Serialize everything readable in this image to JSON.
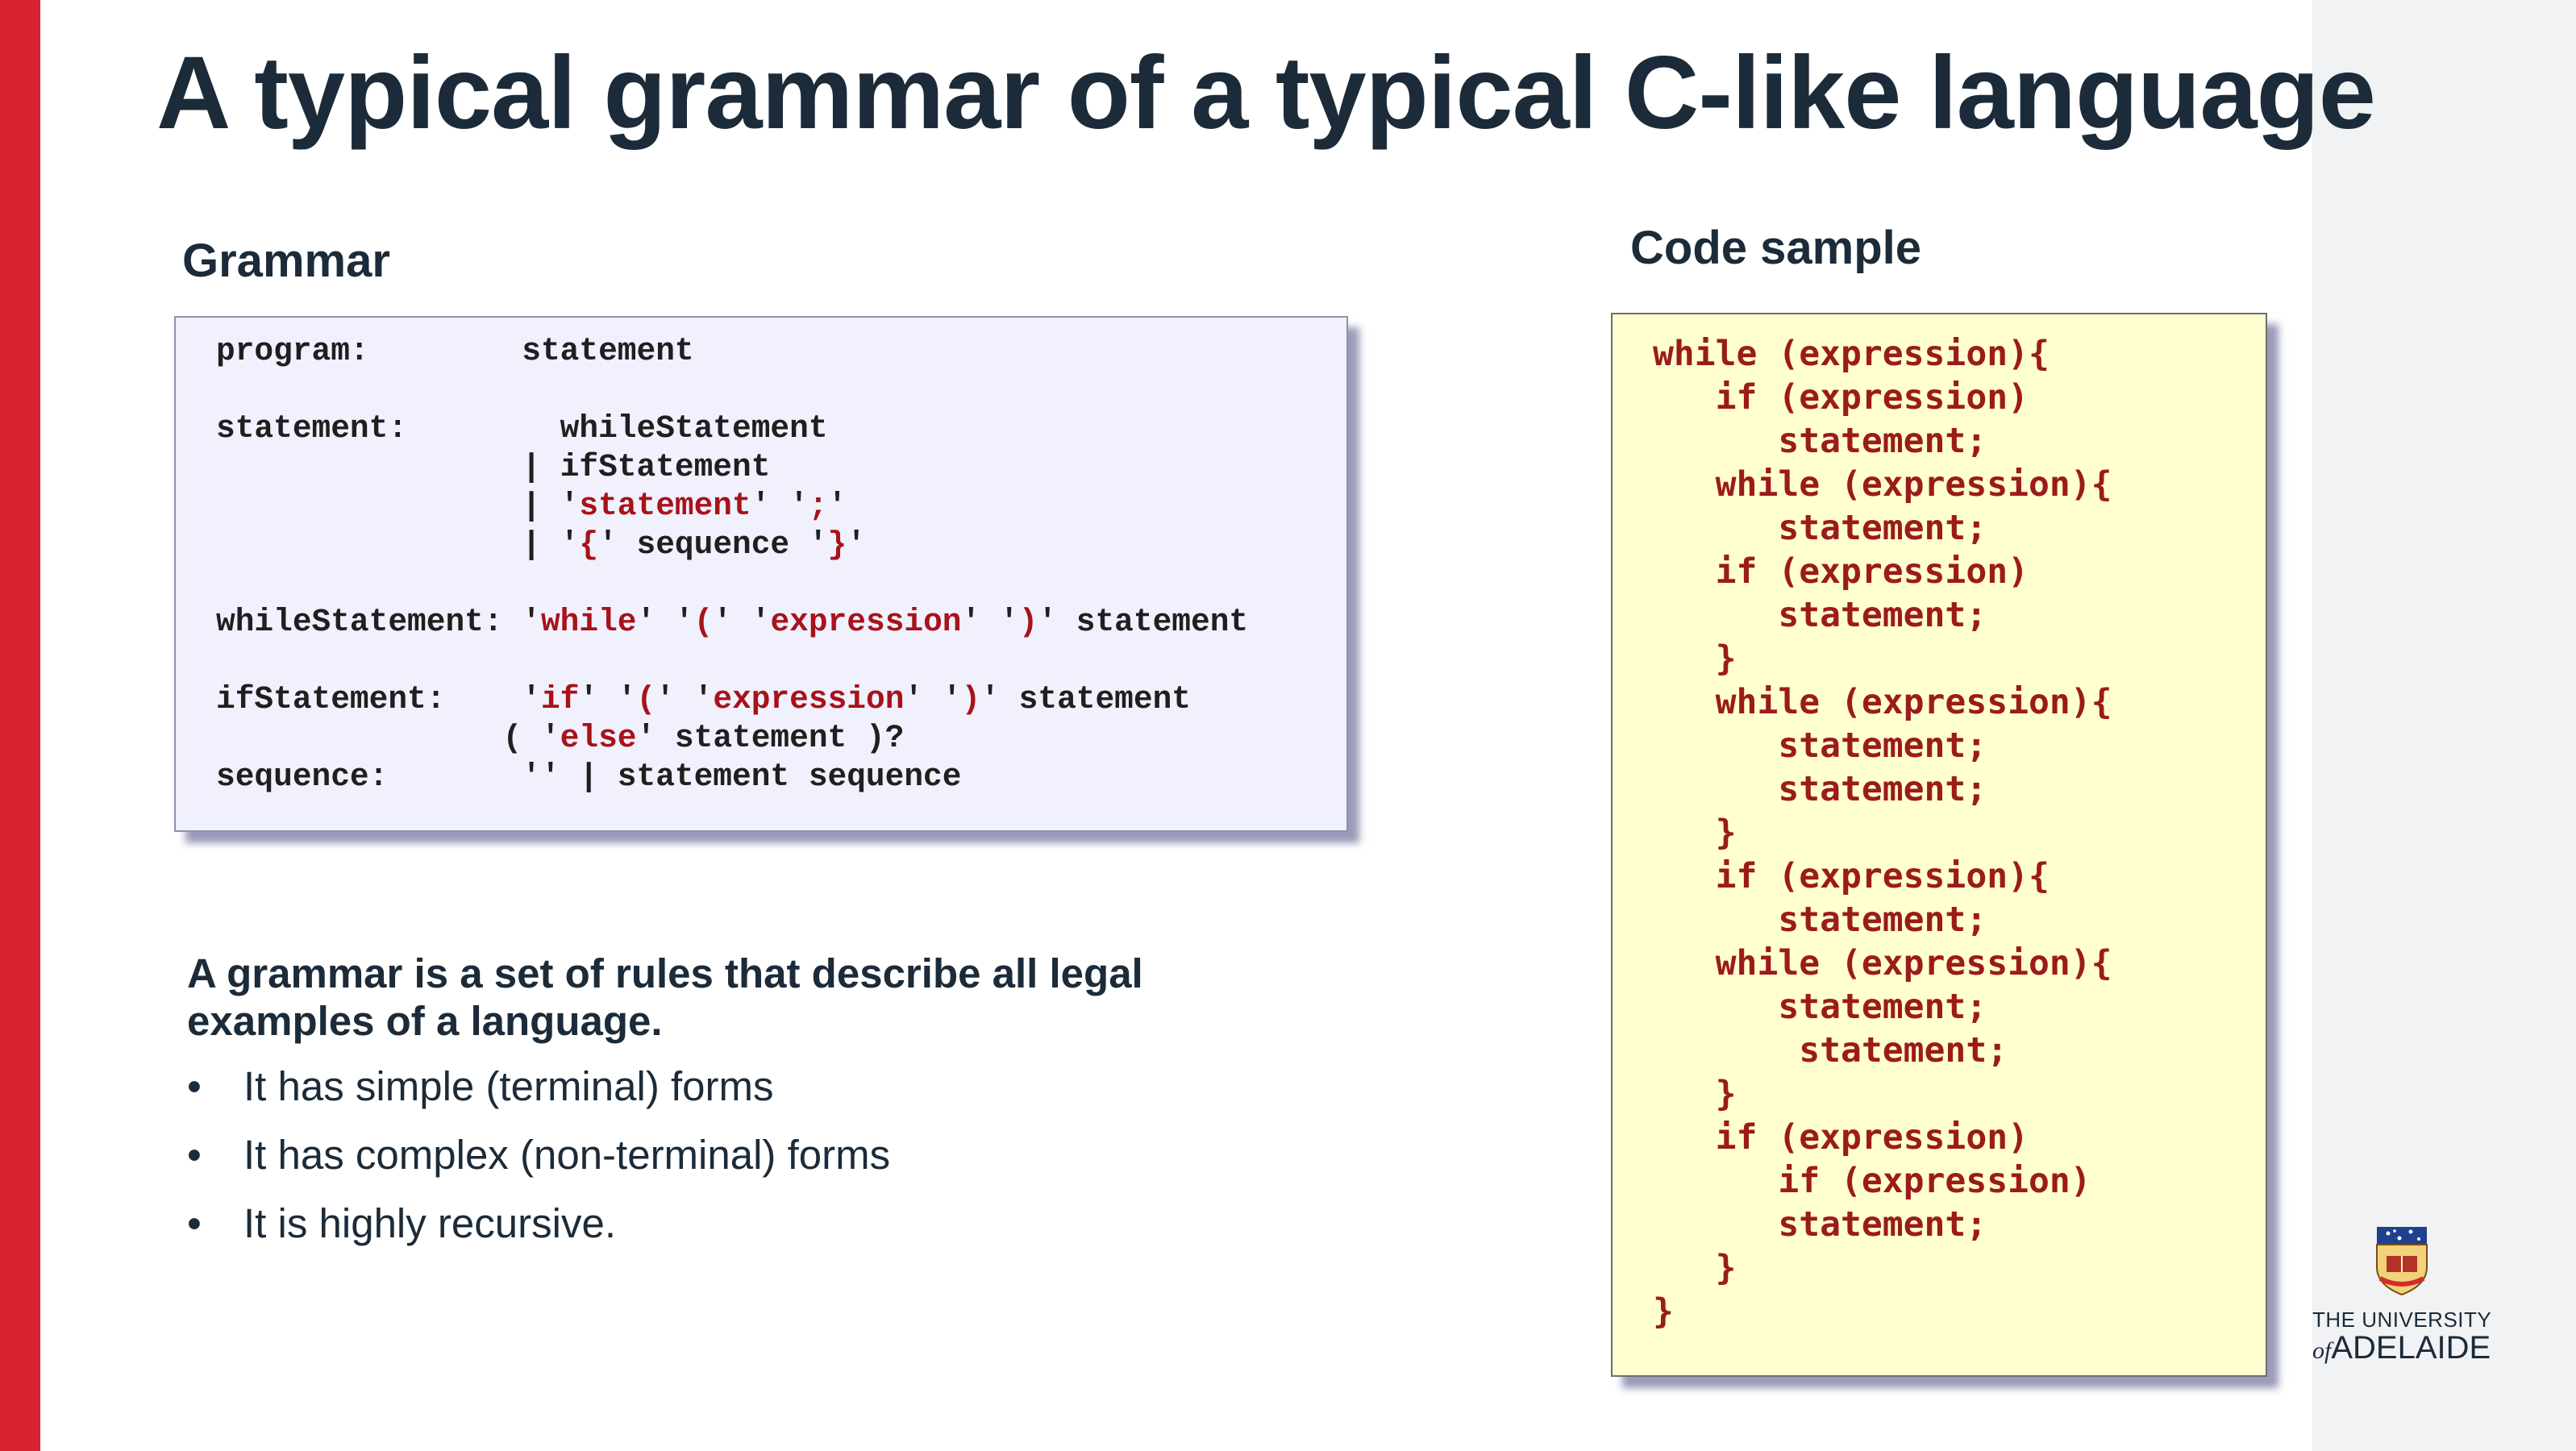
{
  "slide": {
    "title": "A typical grammar of a typical C-like language"
  },
  "grammar": {
    "heading": "Grammar"
  },
  "code_sample": {
    "heading": "Code sample",
    "code": "while (expression){\n   if (expression)\n      statement;\n   while (expression){\n      statement;\n   if (expression)\n      statement;\n   }\n   while (expression){\n      statement;\n      statement;\n   }\n   if (expression){\n      statement;\n   while (expression){\n      statement;\n       statement;\n   }\n   if (expression)\n      if (expression)\n      statement;\n   }\n}"
  },
  "definition": {
    "text": "A grammar is a set of rules that describe all legal examples of a language.",
    "bullets": [
      "It has simple (terminal) forms",
      "It has complex (non-terminal) forms",
      "It is highly recursive."
    ]
  },
  "logo": {
    "line1": "THE UNIVERSITY",
    "of": "of",
    "name": "ADELAIDE"
  },
  "colors": {
    "accent_red": "#d8222f",
    "title_navy": "#1c2b39",
    "keyword_red": "#a8121a",
    "grammar_bg": "#f0f1fc",
    "code_bg": "#ffffcf"
  }
}
